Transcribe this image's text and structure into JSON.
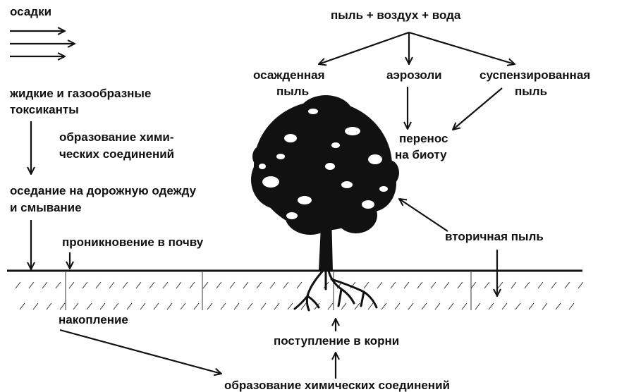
{
  "labels": {
    "precipitation": "осадки",
    "liquid_gas_toxicants_l1": "жидкие и газообразные",
    "liquid_gas_toxicants_l2": "токсиканты",
    "chem_formation_l1": "образование хими-",
    "chem_formation_l2": "ческих соединений",
    "settling_l1": "оседание на дорожную одежду",
    "settling_l2": "и смывание",
    "soil_penetration": "проникновение в почву",
    "accumulation": "накопление",
    "dust_air_water": "пыль + воздух + вода",
    "settled_dust_l1": "осажденная",
    "settled_dust_l2": "пыль",
    "aerosols": "аэрозоли",
    "suspended_dust_l1": "суспензированная",
    "suspended_dust_l2": "пыль",
    "transfer_l1": "перенос",
    "transfer_l2": "на биоту",
    "secondary_dust": "вторичная пыль",
    "root_uptake": "поступление в корни",
    "chem_compounds_bottom": "образование химических соединений"
  },
  "colors": {
    "ink": "#111111",
    "background": "#ffffff"
  }
}
